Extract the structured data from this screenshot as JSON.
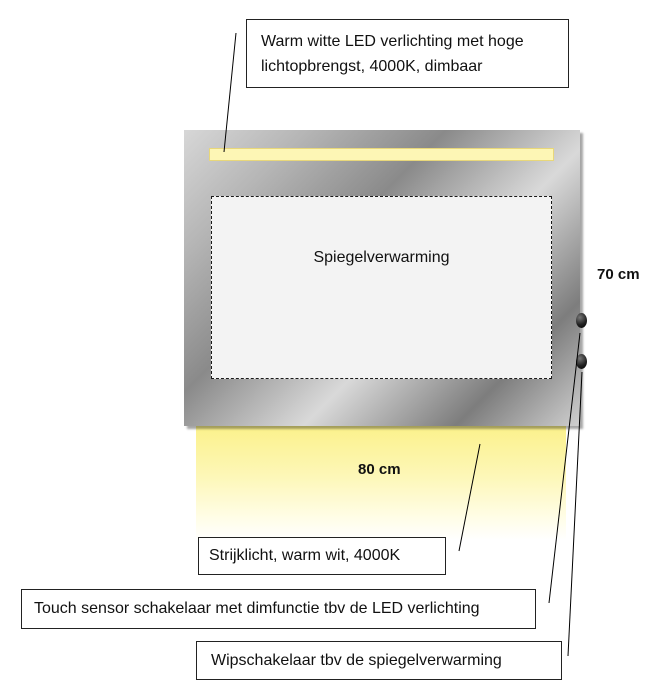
{
  "annotations": {
    "led_lighting": "Warm witte LED verlichting met hoge lichtopbrengst, 4000K, dimbaar",
    "led_lighting_line1": "Warm witte LED verlichting met hoge",
    "led_lighting_line2": "lichtopbrengst, 4000K, dimbaar",
    "strijklicht": "Strijklicht, warm wit, 4000K",
    "touch_sensor": "Touch sensor schakelaar met dimfunctie tbv de LED verlichting",
    "wipschakelaar": "Wipschakelaar tbv de spiegelverwarming"
  },
  "mirror": {
    "heating_label": "Spiegelverwarming",
    "height_label": "70 cm",
    "width_label": "80 cm"
  },
  "colors": {
    "led_strip": "#fdf6b5",
    "glow": "#fbf18a",
    "mirror_dark": "#7d7d7d",
    "mirror_light": "#d9d9d9",
    "heating_area": "#f3f3f3"
  }
}
